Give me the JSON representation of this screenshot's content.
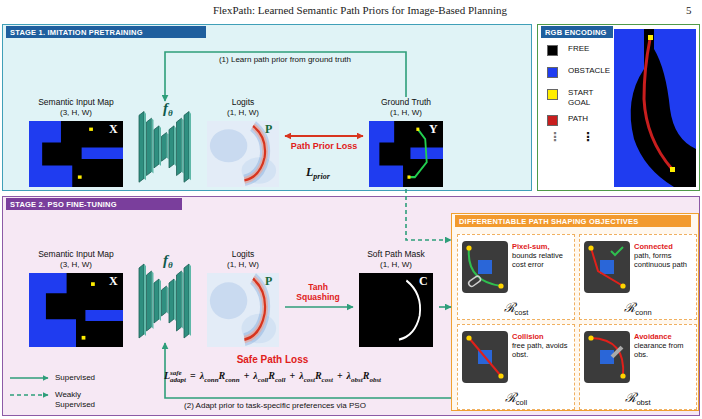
{
  "diagram": {
    "nodes": [
      {
        "text": [
          "STAGE 1. IMITATION PRETRAINING"
        ]
      },
      {
        "text": [
          "Semantic Input Map",
          "(3, H, W)",
          "X"
        ],
        "in": 0
      },
      {
        "text": [
          "f",
          "θ"
        ],
        "in": 0
      },
      {
        "text": [
          "Logits",
          "(1, H, W)",
          "P"
        ],
        "in": 0
      },
      {
        "text": [
          "Ground Truth",
          "(1, H, W)",
          "Y"
        ],
        "in": 0
      },
      {
        "text": [
          "RGB ENCODING"
        ]
      },
      {
        "text": [
          "STAGE 2. PSO FINE-TUNING"
        ]
      },
      {
        "text": [
          "Semantic Input Map",
          "(3, H, W)",
          "X"
        ],
        "in": 6
      },
      {
        "text": [
          "f",
          "θ"
        ],
        "in": 6
      },
      {
        "text": [
          "Logits",
          "(1, H, W)",
          "P"
        ],
        "in": 6
      },
      {
        "text": [
          "Soft Path Mask",
          "(1, H, W)",
          "C"
        ],
        "in": 6
      },
      {
        "text": [
          "DIFFERENTIABLE PATH SHAPING OBJECTIVES"
        ],
        "in": 6
      },
      {
        "text": [
          "Pixel-sum,",
          "bounds relative cost error",
          "ℛ",
          "cost"
        ],
        "in": 11
      },
      {
        "text": [
          "Connected",
          "path, forms continuous path",
          "ℛ",
          "conn"
        ],
        "in": 11
      },
      {
        "text": [
          "Collision",
          "free path, avoids obst.",
          "ℛ",
          "coll"
        ],
        "in": 11
      },
      {
        "text": [
          "Avoidance",
          "clearance from obs.",
          "ℛ",
          "obst"
        ],
        "in": 11
      }
    ],
    "edges": [
      {
        "from": 3,
        "to": 4,
        "arrow": "both",
        "label": "Path Prior Loss"
      },
      {
        "from": 4,
        "to": 2,
        "arrow": "to",
        "label": "(1) Learn path prior from ground truth"
      },
      {
        "from": 4,
        "to": 11,
        "arrow": "to"
      },
      {
        "from": 9,
        "to": 10,
        "arrow": "to",
        "label": "Tanh Squashing"
      },
      {
        "from": 10,
        "to": 11,
        "arrow": "to"
      },
      {
        "from": 11,
        "to": 8,
        "arrow": "to",
        "label": "(2) Adapt prior to task-specific preferences via PSO"
      }
    ],
    "labels": [
      "FlexPath: Learned Semantic Path Priors for Image-Based Planning",
      "5",
      "L",
      "prior",
      "Safe Path Loss",
      "L",
      "safe",
      "adapt",
      "=",
      "λ",
      "conn",
      "R",
      "conn",
      "+",
      "λ",
      "coll",
      "R",
      "coll",
      "+",
      "λ",
      "cost",
      "R",
      "cost",
      "+",
      "λ",
      "obst",
      "R",
      "obst",
      "⋮",
      "⋮"
    ],
    "legend": [
      {
        "text": "FREE",
        "color": "#000000"
      },
      {
        "text": "OBSTACLE",
        "color": "#1f3cf0"
      },
      {
        "text": "START GOAL",
        "color": "#ffee00"
      },
      {
        "text": "PATH",
        "color": "#c81e1e"
      },
      {
        "text": "Supervised"
      },
      {
        "text": "Weakly Supervised"
      }
    ]
  }
}
